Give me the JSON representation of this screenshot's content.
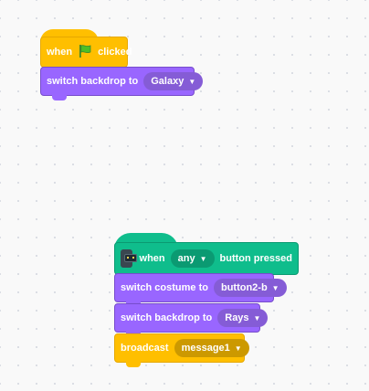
{
  "stack1": {
    "hat": {
      "word_when": "when",
      "icon": "green-flag-icon",
      "word_clicked": "clicked"
    },
    "switch_backdrop": {
      "label": "switch backdrop to",
      "value": "Galaxy"
    }
  },
  "stack2": {
    "hat": {
      "icon": "microbit-board-icon",
      "word_when": "when",
      "button_value": "any",
      "word_pressed": "button pressed"
    },
    "switch_costume": {
      "label": "switch costume to",
      "value": "button2-b"
    },
    "switch_backdrop": {
      "label": "switch backdrop to",
      "value": "Rays"
    },
    "broadcast": {
      "label": "broadcast",
      "value": "message1"
    }
  },
  "colors": {
    "events": "#ffbf00",
    "looks": "#9966ff",
    "extension": "#0fbd8c",
    "background": "#f9f9f9"
  }
}
